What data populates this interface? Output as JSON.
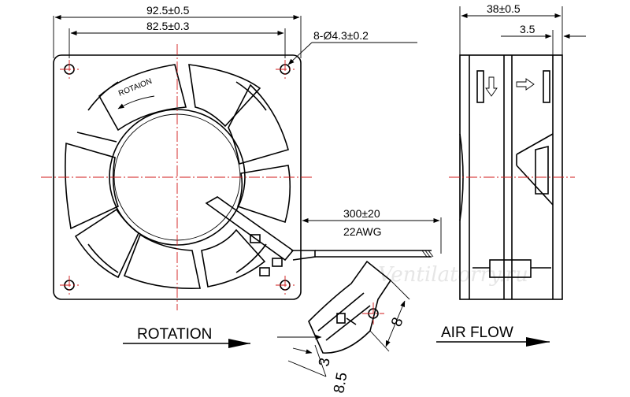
{
  "front_view": {
    "outer_width": "92.5±0.5",
    "hole_spacing": "82.5±0.3",
    "mount_holes": "8-Ø4.3±0.2",
    "rotation_marking": "ROTAION"
  },
  "lead_wire": {
    "length": "300±20",
    "gauge": "22AWG"
  },
  "side_view": {
    "depth": "38±0.5",
    "flange": "3.5"
  },
  "detail": {
    "dim_a": "8",
    "dim_b": "3",
    "dim_c": "8.5"
  },
  "captions": {
    "rotation": "ROTATION",
    "air_flow": "AIR FLOW"
  },
  "watermark": "Ventilatorry.ru"
}
